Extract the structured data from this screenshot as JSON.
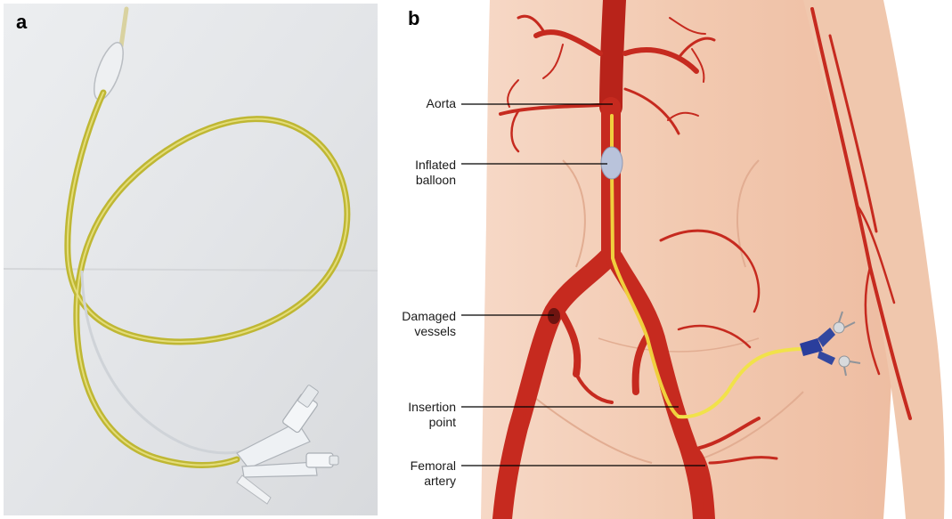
{
  "panels": {
    "a": {
      "letter": "a"
    },
    "b": {
      "letter": "b"
    }
  },
  "labels": {
    "aorta": "Aorta",
    "inflated_balloon": "Inflated\nballoon",
    "damaged_vessels": "Damaged\nvessels",
    "insertion_point": "Insertion\npoint",
    "femoral_artery": "Femoral\nartery"
  },
  "colors": {
    "catheter_yellow": "#c9c23a",
    "artery_red": "#c8281e",
    "skin": "#f3cdb6",
    "balloon": "#b8c2da",
    "hub_blue": "#2a3e9c"
  }
}
